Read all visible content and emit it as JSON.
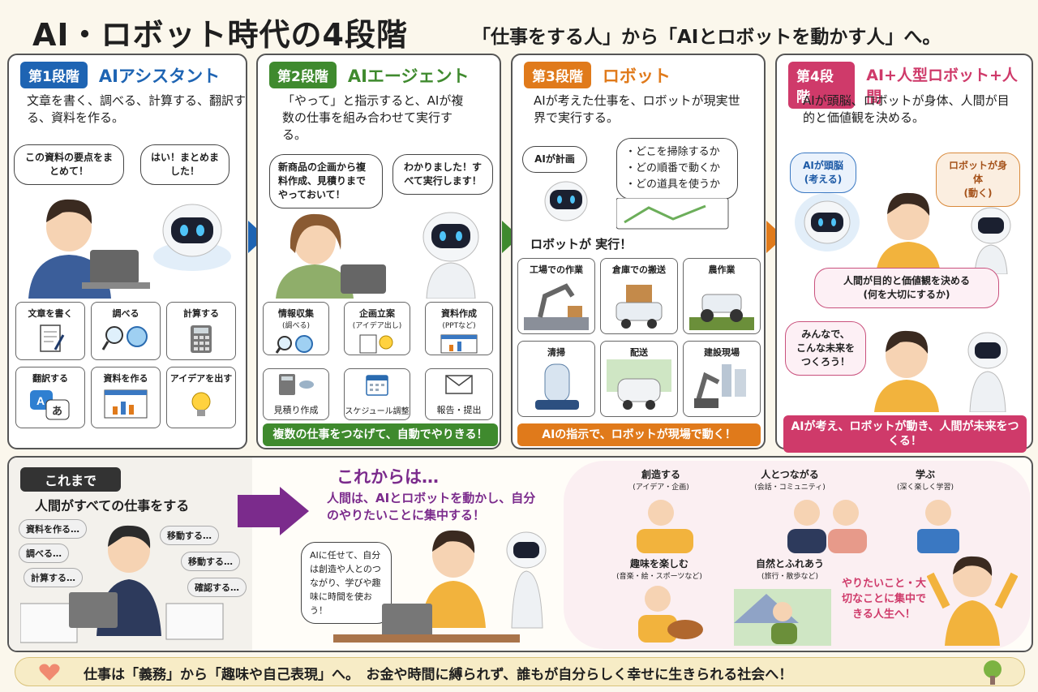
{
  "title": "AI・ロボット時代の4段階",
  "subtitle": "「仕事をする人」から「AIとロボットを動かす人」へ。",
  "colors": {
    "stage1": "#1e64b3",
    "stage2": "#3f8a2e",
    "stage3": "#e07a1b",
    "stage4": "#cf3a6a",
    "bottom_arrow": "#7b2b8c"
  },
  "stage1": {
    "badge": "第1段階",
    "name": "AIアシスタント",
    "desc": "文章を書く、調べる、計算する、翻訳する、資料を作る。",
    "bubble_user": "この資料の要点をまとめて！",
    "bubble_ai": "はい！まとめました！",
    "tiles": [
      {
        "label": "文章を書く",
        "icon": "document-icon"
      },
      {
        "label": "調べる",
        "icon": "search-icon"
      },
      {
        "label": "計算する",
        "icon": "calculator-icon"
      },
      {
        "label": "翻訳する",
        "icon": "translate-icon"
      },
      {
        "label": "資料を作る",
        "icon": "presentation-icon"
      },
      {
        "label": "アイデアを出す",
        "icon": "lightbulb-icon"
      }
    ]
  },
  "stage2": {
    "badge": "第2段階",
    "name": "AIエージェント",
    "desc": "「やって」と指示すると、AIが複数の仕事を組み合わせて実行する。",
    "bubble_user": "新商品の企画から複料作成、見積りまでやっておいて！",
    "bubble_ai": "わかりました！すべて実行します！",
    "flow": [
      {
        "label": "情報収集",
        "sub": "(調べる)",
        "icon": "search-icon"
      },
      {
        "label": "企画立案",
        "sub": "(アイデア出し)",
        "icon": "lightbulb-icon"
      },
      {
        "label": "資料作成",
        "sub": "(PPTなど)",
        "icon": "presentation-icon"
      },
      {
        "label": "見積り作成",
        "sub": "",
        "icon": "calculator-icon"
      },
      {
        "label": "スケジュール調整",
        "sub": "",
        "icon": "calendar-icon"
      },
      {
        "label": "報告・提出",
        "sub": "",
        "icon": "mail-icon"
      }
    ],
    "banner": "複数の仕事をつなげて、自動でやりきる！"
  },
  "stage3": {
    "badge": "第3段階",
    "name": "ロボット",
    "desc": "AIが考えた仕事を、ロボットが現実世界で実行する。",
    "plan_bubble": "AIが計画",
    "plan_items": [
      "・どこを掃除するか",
      "・どの順番で動くか",
      "・どの道具を使うか"
    ],
    "exec_label": "ロボットが 実行！",
    "tiles": [
      "工場での作業",
      "倉庫での搬送",
      "農作業",
      "清掃",
      "配送",
      "建設現場"
    ],
    "banner": "AIの指示で、ロボットが現場で動く！"
  },
  "stage4": {
    "badge": "第4段階",
    "name": "AI+人型ロボット+人間",
    "desc": "AIが頭脳、ロボットが身体、人間が目的と価値観を決める。",
    "ai_bubble": "AIが頭脳\n(考える)",
    "robot_bubble": "ロボットが身体\n(動く)",
    "human_bubble": "人間が目的と価値観を決める\n(何を大切にするか)",
    "together_bubble": "みんなで、\nこんな未来を\nつくろう！",
    "banner": "AIが考え、ロボットが動き、人間が未来をつくる！"
  },
  "before": {
    "label": "これまで",
    "title": "人間がすべての仕事をする",
    "thoughts": [
      "資料を作る…",
      "調べる…",
      "計算する…",
      "移動する…",
      "移動する…",
      "確認する…"
    ]
  },
  "after": {
    "label": "これからは…",
    "text": "人間は、AIとロボットを動かし、自分のやりたいことに集中する！",
    "bubble": "AIに任せて、自分は創造や人とのつながり、学びや趣味に時間を使おう！",
    "activities": [
      {
        "label": "創造する",
        "sub": "(アイデア・企画)"
      },
      {
        "label": "人とつながる",
        "sub": "(会話・コミュニティ)"
      },
      {
        "label": "学ぶ",
        "sub": "(深く楽しく学習)"
      },
      {
        "label": "趣味を楽しむ",
        "sub": "(音楽・絵・スポーツなど)"
      },
      {
        "label": "自然とふれあう",
        "sub": "(旅行・散歩など)"
      }
    ],
    "closing": "やりたいこと・大切なことに集中できる人生へ！"
  },
  "footer": "仕事は「義務」から「趣味や自己表現」へ。　お金や時間に縛られず、誰もが自分らしく幸せに生きられる社会へ！"
}
